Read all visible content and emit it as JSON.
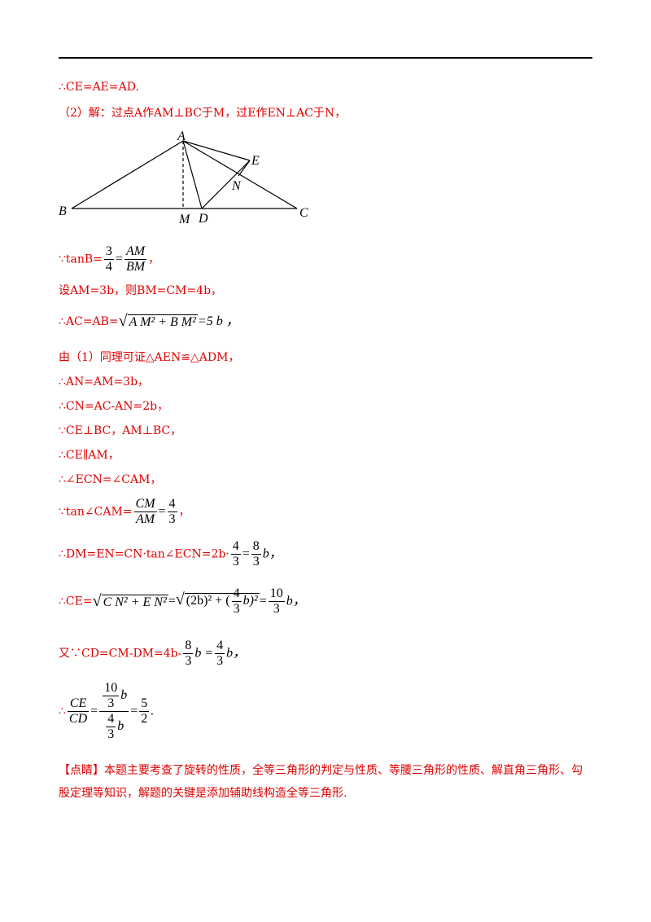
{
  "lines": {
    "l1": "∴CE=AE=AD.",
    "l2": "（2）解：过点A作AM⊥BC于M，过E作EN⊥AC于N，",
    "l3_prefix": "∵tanB=",
    "l3_frac1_num": "3",
    "l3_frac1_den": "4",
    "l3_eq": "=",
    "l3_frac2_num": "AM",
    "l3_frac2_den": "BM",
    "l3_suffix": "，",
    "l4": "设AM=3b，则BM=CM=4b，",
    "l5_prefix": "∴AC=AB=",
    "l5_rad": "A M² + B M²",
    "l5_suffix": "=5 b ，",
    "l6": "由（1）同理可证△AEN≌△ADM，",
    "l7": "∴AN=AM=3b，",
    "l8": "∴CN=AC-AN=2b，",
    "l9": "∵CE⊥BC，AM⊥BC，",
    "l10": "∴CE∥AM，",
    "l11": "∴∠ECN=∠CAM，",
    "l12_prefix": "∵tan∠CAM=",
    "l12_f1_num": "CM",
    "l12_f1_den": "AM",
    "l12_eq": "=",
    "l12_f2_num": "4",
    "l12_f2_den": "3",
    "l12_suffix": "，",
    "l13_prefix": "∴DM=EN=CN·tan∠ECN=2b·",
    "l13_f1_num": "4",
    "l13_f1_den": "3",
    "l13_eq": "=",
    "l13_f2_num": "8",
    "l13_f2_den": "3",
    "l13_suffix": "b，",
    "l14_prefix": "∴CE=",
    "l14_rad1": "C N² + E N²",
    "l14_eq1": "=",
    "l14_rad2a": "(2b)² + (",
    "l14_rad2_fn": "4",
    "l14_rad2_fd": "3",
    "l14_rad2b": "b)²",
    "l14_eq2": "=",
    "l14_f_num": "10",
    "l14_f_den": "3",
    "l14_suffix": "b，",
    "l15_prefix": "又∵CD=CM-DM=4b-",
    "l15_f1_num": "8",
    "l15_f1_den": "3",
    "l15_mid": "b =",
    "l15_f2_num": "4",
    "l15_f2_den": "3",
    "l15_suffix": "b，",
    "l16_prefix": "∴",
    "l16_f1_num": "CE",
    "l16_f1_den": "CD",
    "l16_eq": "=",
    "l16_big_num_n": "10",
    "l16_big_num_d": "3",
    "l16_big_den_n": "4",
    "l16_big_den_d": "3",
    "l16_b": "b",
    "l16_eq2": "=",
    "l16_f3_num": "5",
    "l16_f3_den": "2",
    "l16_suffix": "."
  },
  "note": "【点睛】本题主要考查了旋转的性质，全等三角形的判定与性质、等腰三角形的性质、解直角三角形、勾股定理等知识，解题的关键是添加辅助线构造全等三角形.",
  "figure": {
    "labels": {
      "A": "A",
      "B": "B",
      "C": "C",
      "D": "D",
      "E": "E",
      "M": "M",
      "N": "N"
    }
  }
}
